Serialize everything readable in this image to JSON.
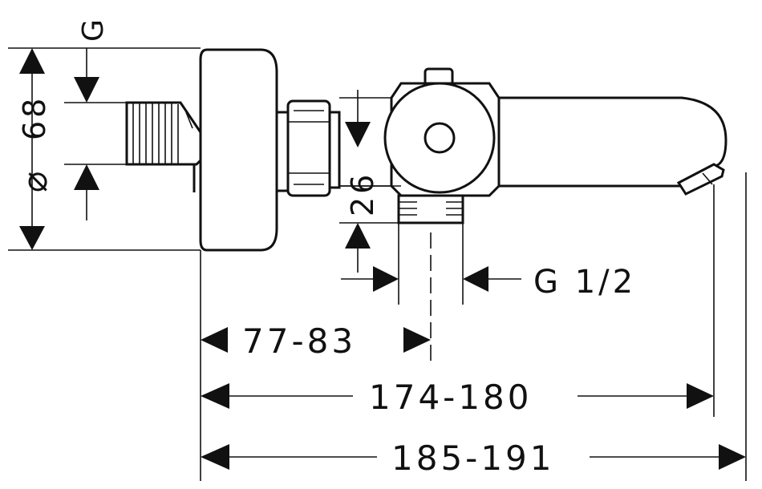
{
  "dimensions": {
    "diameter_symbol": "⌀",
    "diameter_value": "68",
    "inlet_thread": "G",
    "outlet_height": "26",
    "outlet_thread": "G 1/2",
    "spacing_to_outlet": "77-83",
    "length_to_spout": "174-180",
    "overall_length": "185-191"
  }
}
